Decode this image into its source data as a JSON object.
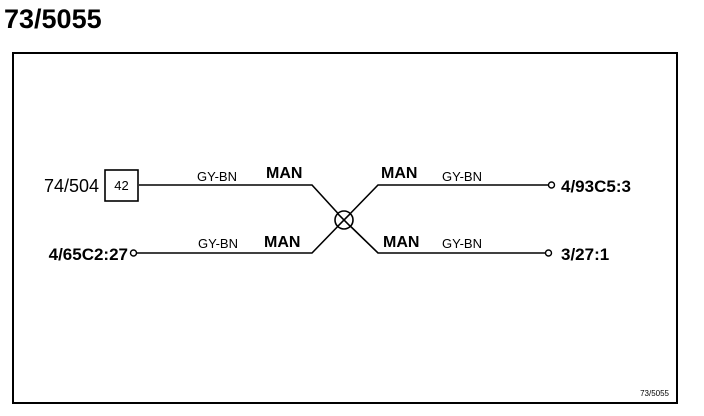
{
  "page": {
    "title": "73/5055"
  },
  "diagram": {
    "splice_ref": "73/5055",
    "connectors": {
      "left_top": "74/504",
      "left_top_box": "42",
      "left_bottom": "4/65C2:27",
      "right_top": "4/93C5:3",
      "right_bottom": "3/27:1"
    },
    "wires": {
      "left_top": {
        "color": "GY-BN",
        "type": "MAN"
      },
      "left_bottom": {
        "color": "GY-BN",
        "type": "MAN"
      },
      "right_top": {
        "type": "MAN",
        "color": "GY-BN"
      },
      "right_bottom": {
        "type": "MAN",
        "color": "GY-BN"
      }
    }
  }
}
